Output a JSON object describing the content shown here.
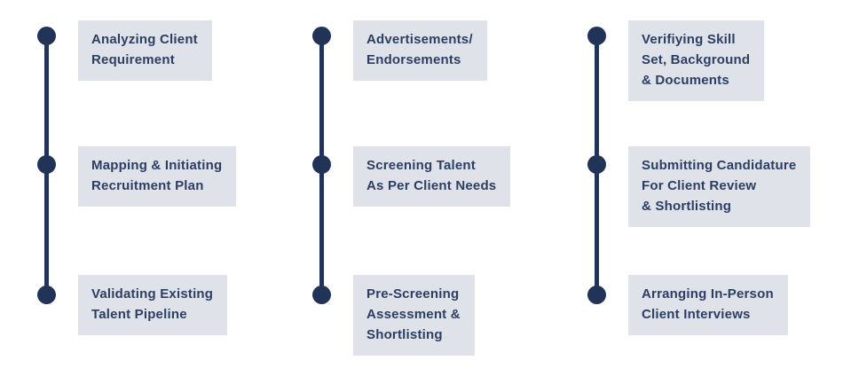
{
  "diagram": {
    "title_hint": "recruitment-process-timeline",
    "colors": {
      "node_navy": "#213457",
      "card_background": "#dfe2e9",
      "text_navy": "#2b3e63",
      "page_background": "#ffffff"
    },
    "columns": [
      {
        "steps": [
          {
            "label": "Analyzing Client\nRequirement"
          },
          {
            "label": "Mapping & Initiating\nRecruitment Plan"
          },
          {
            "label": "Validating Existing\nTalent Pipeline"
          }
        ]
      },
      {
        "steps": [
          {
            "label": "Advertisements/\nEndorsements"
          },
          {
            "label": "Screening Talent\nAs Per Client Needs"
          },
          {
            "label": "Pre-Screening\nAssessment &\nShortlisting"
          }
        ]
      },
      {
        "steps": [
          {
            "label": "Verifiying Skill\nSet, Background\n& Documents"
          },
          {
            "label": "Submitting Candidature\nFor Client Review\n& Shortlisting"
          },
          {
            "label": "Arranging In-Person\nClient Interviews"
          }
        ]
      }
    ]
  }
}
